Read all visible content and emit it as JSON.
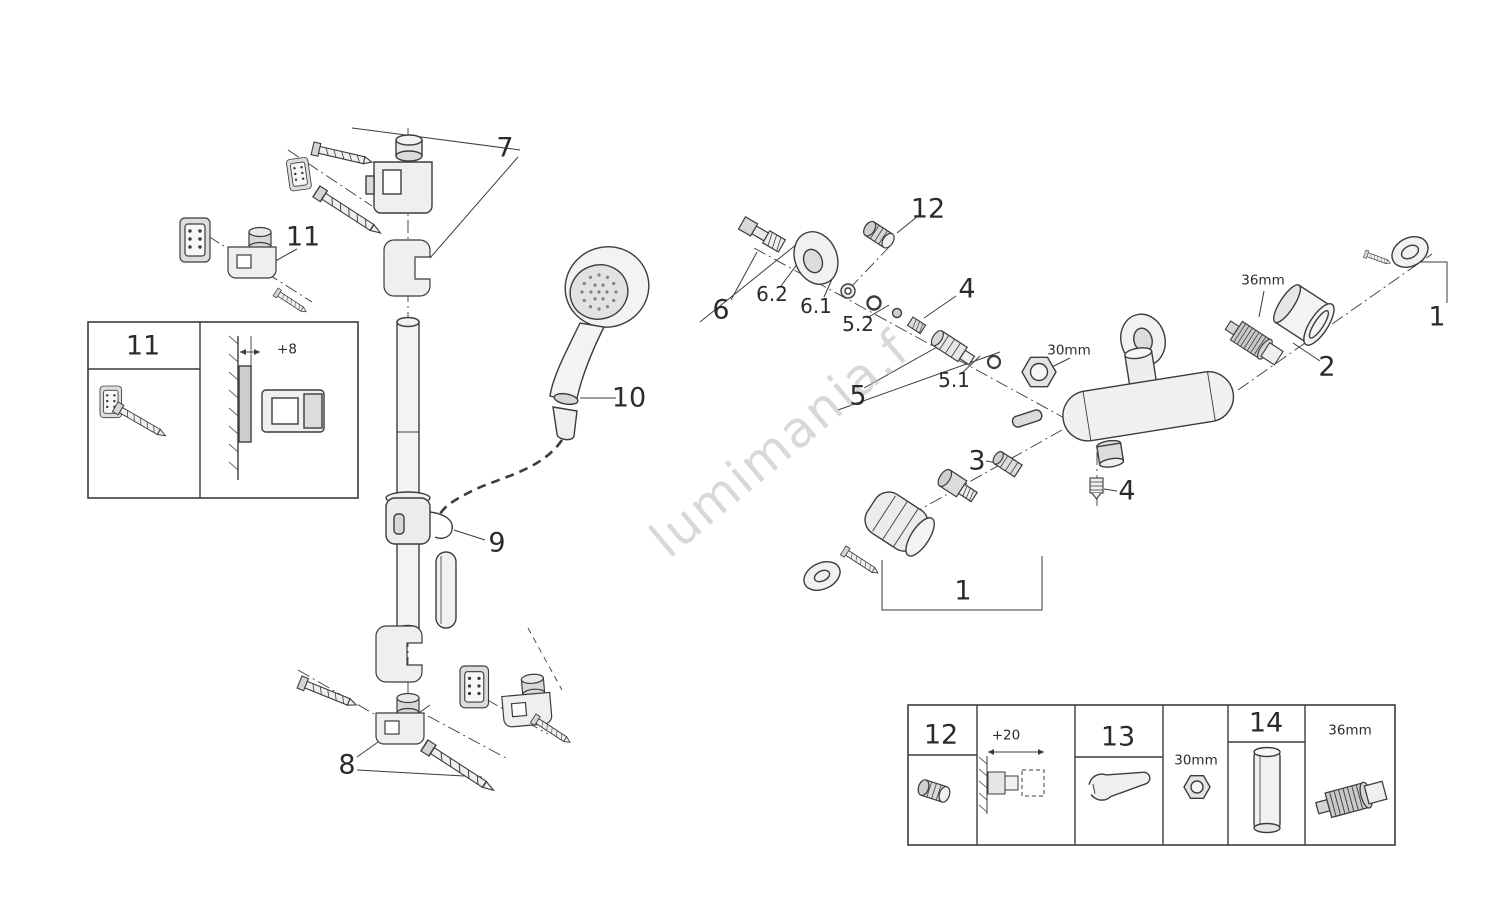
{
  "diagram": {
    "subject": "Shower rail and thermostatic shower mixer - exploded parts diagram",
    "watermark": "lumimania.f",
    "colors": {
      "line": "#3c3c3c",
      "background": "#ffffff",
      "watermark": "#c0bfbf"
    }
  },
  "labels": {
    "rail": {
      "part7": "7",
      "part8": "8",
      "part9": "9",
      "part10": "10",
      "part11": "11"
    },
    "inset": {
      "part11": "11",
      "offset": "+8"
    },
    "mixer": {
      "part1_right": "1",
      "part1_lower": "1",
      "part2": "2",
      "part3": "3",
      "part4_upper": "4",
      "part4_lower": "4",
      "part5": "5",
      "part5_1": "5.1",
      "part5_2": "5.2",
      "part6": "6",
      "part6_1": "6.1",
      "part6_2": "6.2",
      "part12": "12",
      "dim30": "30mm",
      "dim36": "36mm"
    },
    "table": {
      "cell12": "12",
      "offset20": "+20",
      "cell13": "13",
      "dim30": "30mm",
      "cell14": "14",
      "dim36": "36mm"
    }
  }
}
